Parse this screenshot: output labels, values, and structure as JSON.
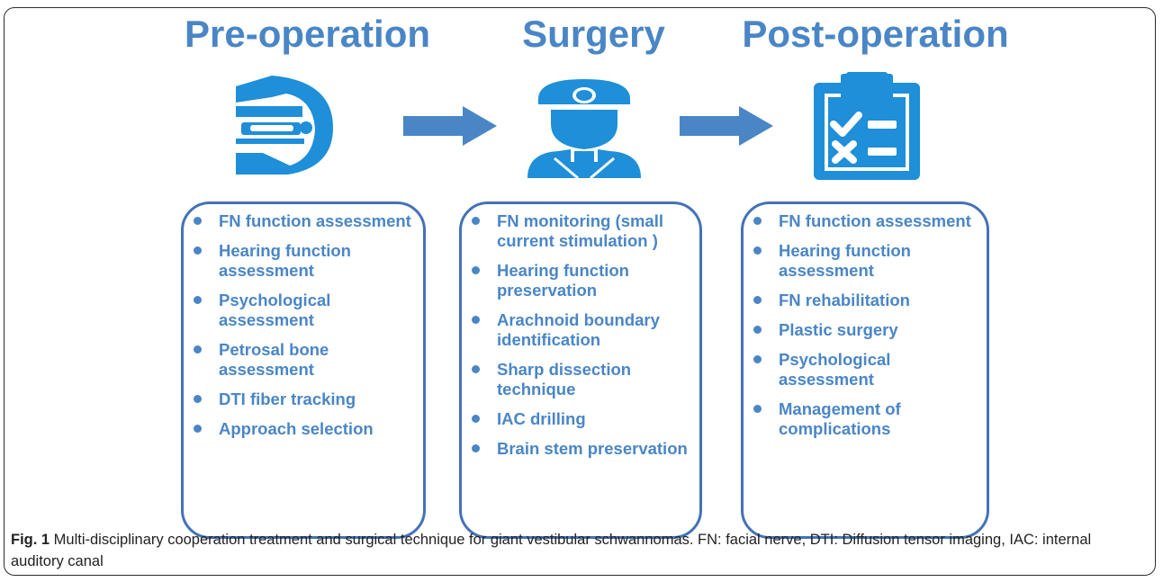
{
  "stages": [
    {
      "title": "Pre-operation",
      "icon": "ct-scanner-icon",
      "items": [
        "FN function assessment",
        "Hearing function assessment",
        "Psychological assessment",
        "Petrosal bone assessment",
        "DTI fiber tracking",
        "Approach selection"
      ]
    },
    {
      "title": "Surgery",
      "icon": "surgeon-icon",
      "items": [
        "FN monitoring (small current stimulation )",
        "Hearing function preservation",
        "Arachnoid boundary identification",
        "Sharp dissection technique",
        "IAC drilling",
        "Brain stem preservation"
      ]
    },
    {
      "title": "Post-operation",
      "icon": "clipboard-checklist-icon",
      "items": [
        "FN function assessment",
        "Hearing function assessment",
        "FN rehabilitation",
        "Plastic surgery",
        "Psychological assessment",
        "Management of complications"
      ]
    }
  ],
  "caption": {
    "label": "Fig. 1",
    "text": " Multi-disciplinary cooperation treatment and surgical technique for giant vestibular schwannomas. FN: facial nerve, DTI: Diffusion tensor imaging, IAC: internal auditory canal"
  },
  "colors": {
    "accent": "#4a86c6",
    "icon": "#1e8fd8",
    "arrow": "#4a86c6",
    "box_border": "#4472b8"
  }
}
